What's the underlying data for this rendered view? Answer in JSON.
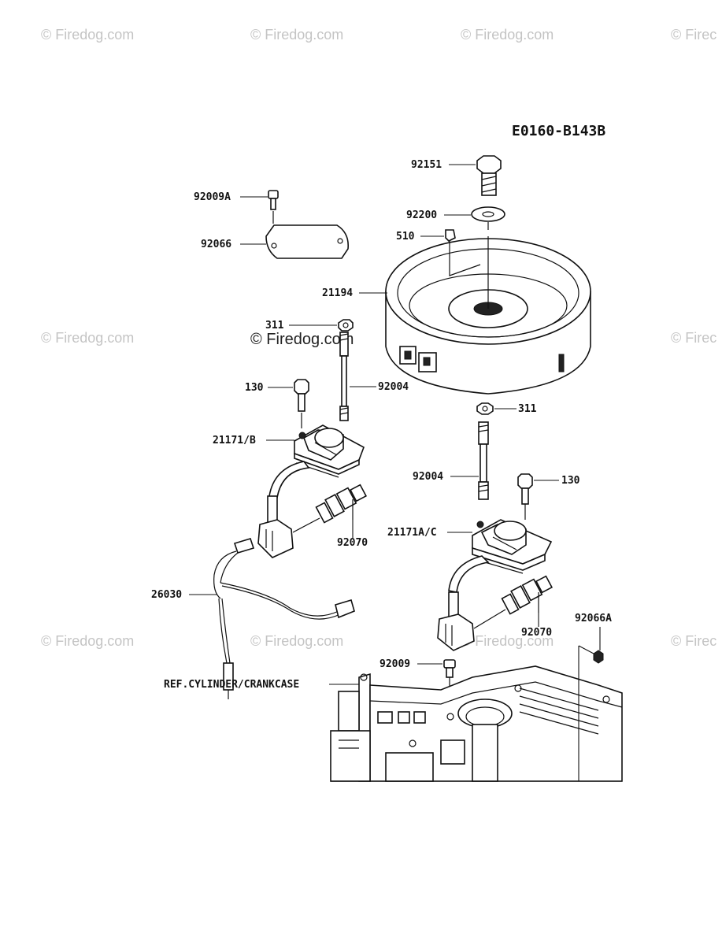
{
  "diagram": {
    "code": "E0160-B143B",
    "watermark": "© Firedog.com",
    "watermark_partial": "© Firec",
    "reference_label": "REF.CYLINDER/CRANKCASE",
    "parts": [
      {
        "id": "92151",
        "label": "92151"
      },
      {
        "id": "92009a",
        "label": "92009A"
      },
      {
        "id": "92200",
        "label": "92200"
      },
      {
        "id": "510",
        "label": "510"
      },
      {
        "id": "92066",
        "label": "92066"
      },
      {
        "id": "21194",
        "label": "21194"
      },
      {
        "id": "311-left",
        "label": "311"
      },
      {
        "id": "130-left",
        "label": "130"
      },
      {
        "id": "92004-left",
        "label": "92004"
      },
      {
        "id": "311-right",
        "label": "311"
      },
      {
        "id": "21171b",
        "label": "21171/B"
      },
      {
        "id": "92004-right",
        "label": "92004"
      },
      {
        "id": "130-right",
        "label": "130"
      },
      {
        "id": "92070-left",
        "label": "92070"
      },
      {
        "id": "21171ac",
        "label": "21171A/C"
      },
      {
        "id": "26030",
        "label": "26030"
      },
      {
        "id": "92070-right",
        "label": "92070"
      },
      {
        "id": "92066a",
        "label": "92066A"
      },
      {
        "id": "92009",
        "label": "92009"
      }
    ]
  }
}
